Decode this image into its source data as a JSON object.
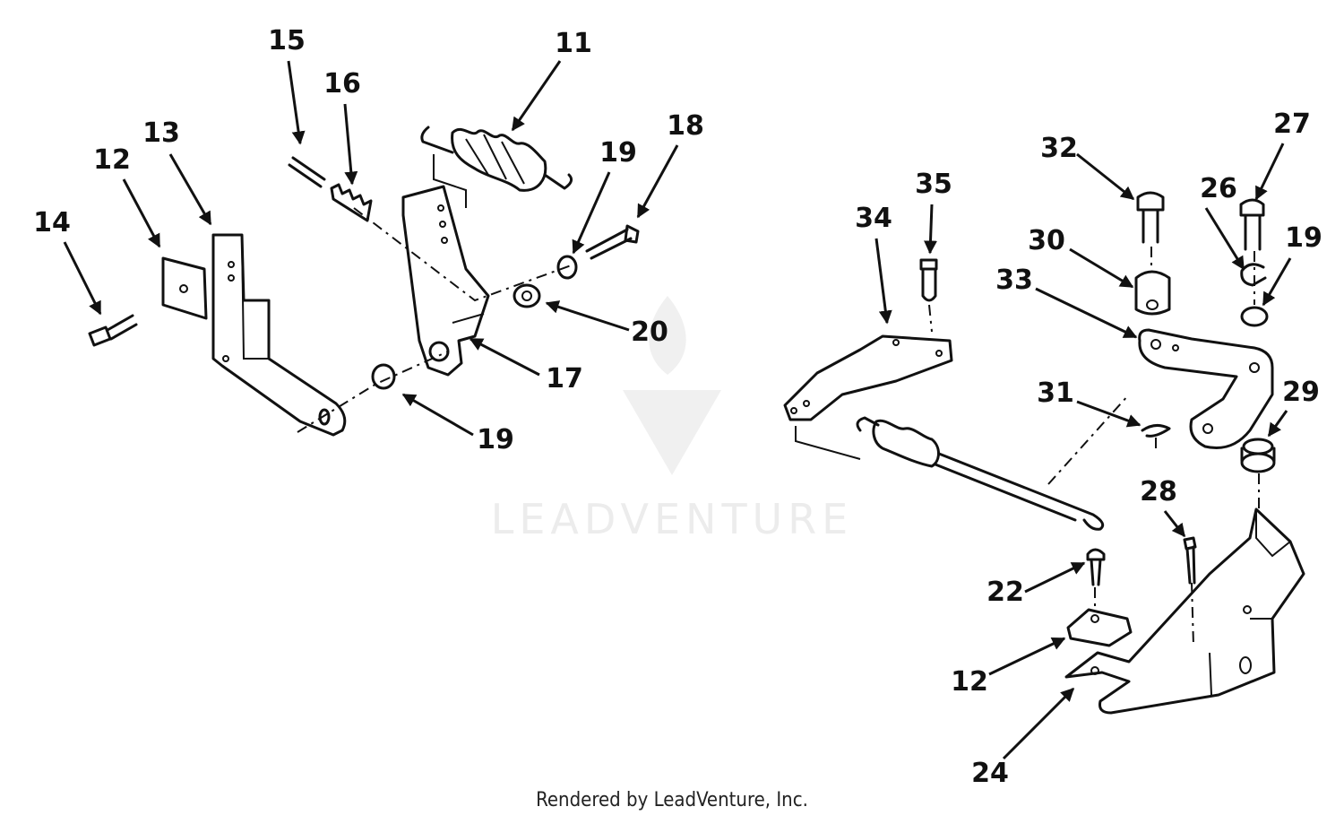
{
  "watermark": {
    "text": "LEADVENTURE"
  },
  "footer": {
    "text": "Rendered by LeadVenture, Inc."
  },
  "callouts": {
    "c11": "11",
    "c12a": "12",
    "c13": "13",
    "c14": "14",
    "c15": "15",
    "c16": "16",
    "c17": "17",
    "c18": "18",
    "c19a": "19",
    "c19b": "19",
    "c20": "20",
    "c34": "34",
    "c35": "35",
    "c32": "32",
    "c27": "27",
    "c26": "26",
    "c19c": "19",
    "c30": "30",
    "c33": "33",
    "c31": "31",
    "c29": "29",
    "c28": "28",
    "c22": "22",
    "c12b": "12",
    "c24": "24"
  },
  "colors": {
    "ink": "#111111",
    "watermark": "#ececec",
    "background": "#ffffff"
  }
}
